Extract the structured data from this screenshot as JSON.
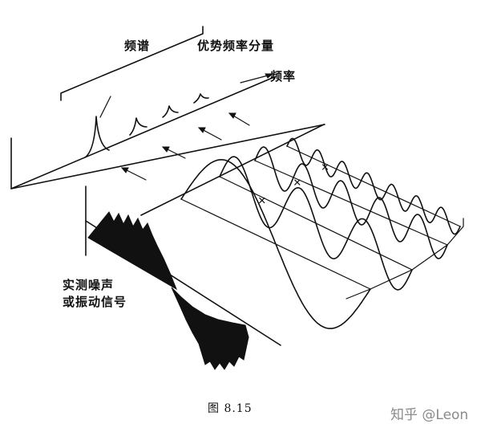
{
  "labels": {
    "spectrum": "频谱",
    "dominant": "优势频率分量",
    "frequency": "频率",
    "signal": "实测噪声\n或振动信号"
  },
  "caption": "图 8.15",
  "watermark": "知乎 @Leon",
  "components": {
    "count": 4,
    "amplitudes": [
      1.0,
      0.6,
      0.45,
      0.35
    ],
    "cycles": [
      1,
      3,
      5,
      7
    ]
  }
}
